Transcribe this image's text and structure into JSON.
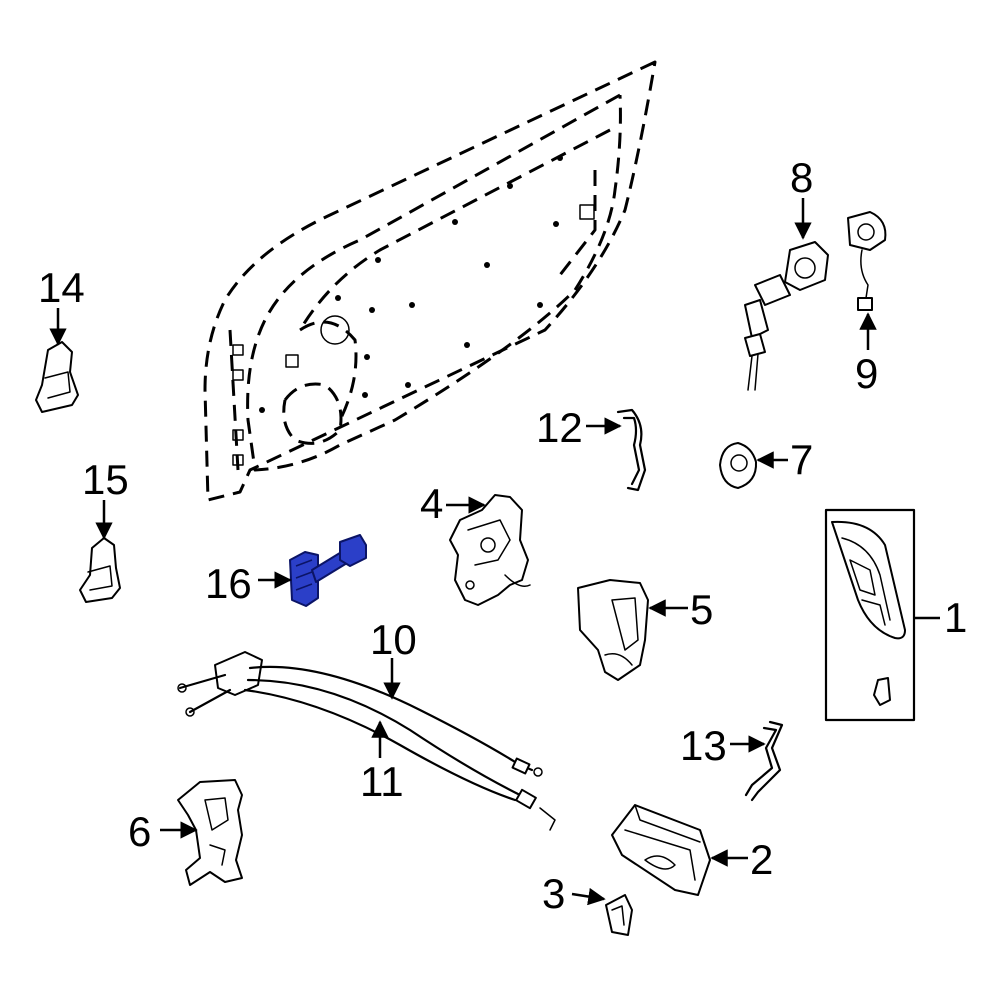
{
  "callouts": {
    "c1": "1",
    "c2": "2",
    "c3": "3",
    "c4": "4",
    "c5": "5",
    "c6": "6",
    "c7": "7",
    "c8": "8",
    "c9": "9",
    "c10": "10",
    "c11": "11",
    "c12": "12",
    "c13": "13",
    "c14": "14",
    "c15": "15",
    "c16": "16"
  },
  "highlight_color": "#2b3fc8",
  "highlighted_part": "16"
}
